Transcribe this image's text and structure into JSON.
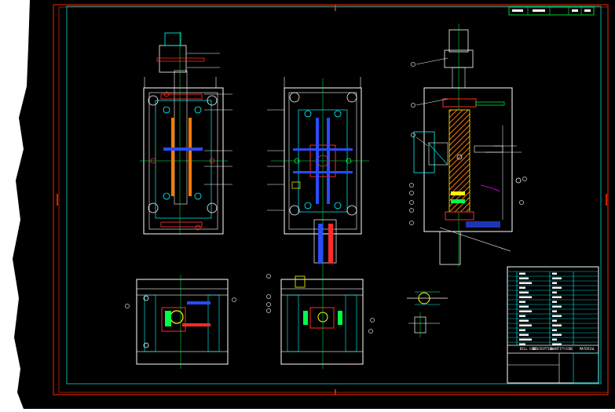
{
  "drawing": {
    "background_color": "#000000",
    "frame_color": "#cc2200",
    "inner_border_color": "#00aaaa",
    "line_colors": {
      "white": "#ffffff",
      "red": "#ff2a2a",
      "cyan": "#00ffff",
      "green": "#00ff44",
      "yellow": "#ffff00",
      "blue": "#2a4bff",
      "magenta": "#ff00ff",
      "orange": "#ff7a00"
    },
    "title_block": {
      "header_labels": [
        "BILL CODE",
        "DESCRIPTION",
        "QUANTITY",
        "CODE",
        "MATERIAL"
      ]
    },
    "views": [
      "top-view-left",
      "top-view-center",
      "section-view-right",
      "side-view-left",
      "side-view-center",
      "detail-view-small"
    ]
  }
}
